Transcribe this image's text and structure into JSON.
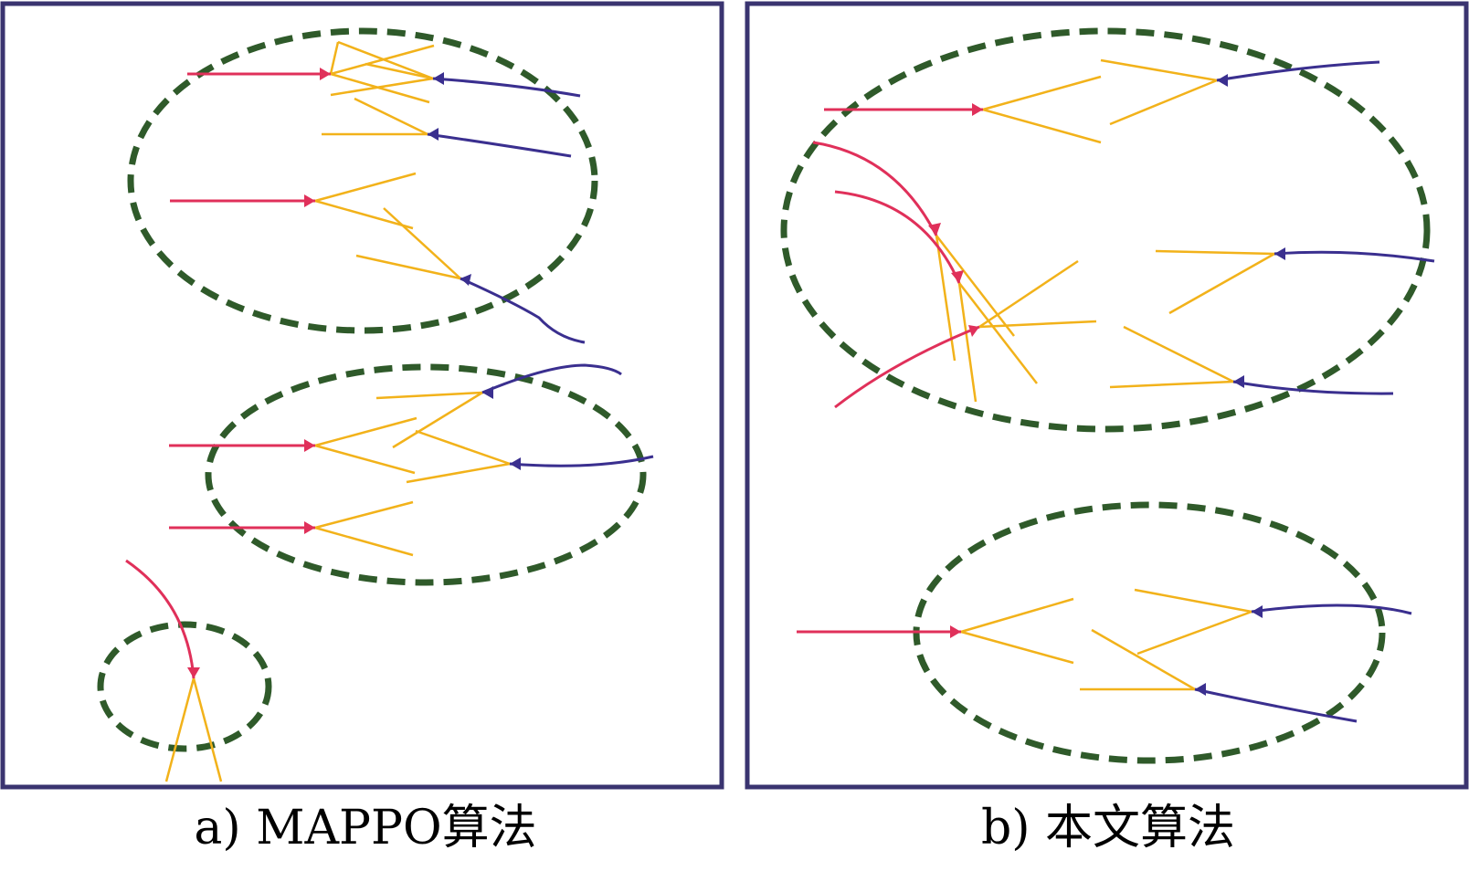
{
  "panels": [
    {
      "id": "a",
      "caption": "a) MAPPO算法"
    },
    {
      "id": "b",
      "caption": "b) 本文算法"
    }
  ],
  "colors": {
    "frame": "#3a3470",
    "ellipse": "#2f5a2a",
    "red_track": "#e0305a",
    "blue_track": "#3a2f8f",
    "beam": "#f2b21a"
  }
}
